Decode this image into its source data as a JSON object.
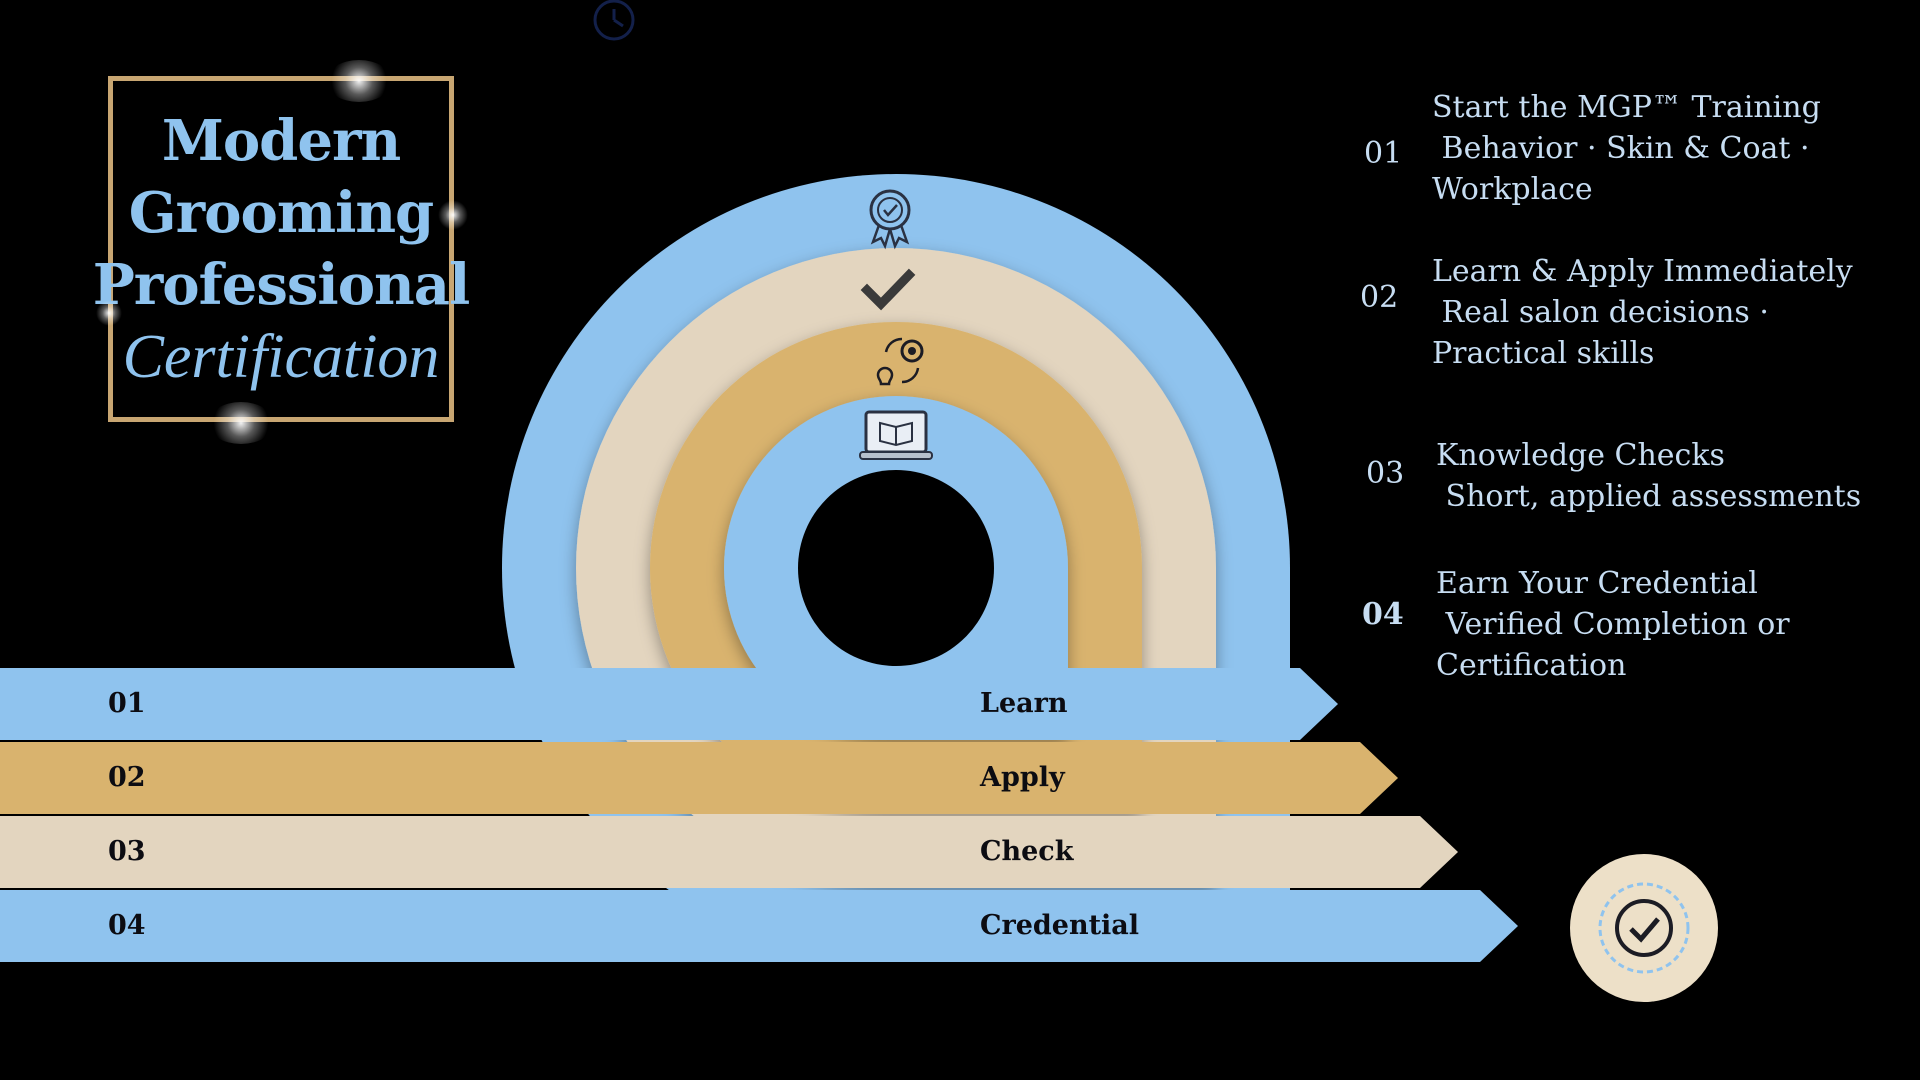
{
  "title": {
    "line1": "Modern",
    "line2": "Grooming",
    "line3": "Professional",
    "line4": "Certification"
  },
  "colors": {
    "background": "#000000",
    "light_blue": "#8fc3ee",
    "beige": "#e3d5bf",
    "gold": "#d9b36e",
    "frame_gold": "#c8a672",
    "text_light": "#c7ddf2"
  },
  "steps": [
    {
      "number": "01",
      "title": "Start the MGP™ Training",
      "detail_1": " Behavior · Skin & Coat ·",
      "detail_2": "Workplace"
    },
    {
      "number": "02",
      "title": "Learn & Apply Immediately",
      "detail_1": " Real salon decisions ·",
      "detail_2": "Practical skills"
    },
    {
      "number": "03",
      "title": "Knowledge Checks",
      "detail_1": " Short, applied assessments",
      "detail_2": ""
    },
    {
      "number": "04",
      "title": "Earn Your Credential",
      "detail_1": " Verified Completion or",
      "detail_2": "Certification"
    }
  ],
  "bands": [
    {
      "number": "01",
      "label": "Learn",
      "color": "light_blue"
    },
    {
      "number": "02",
      "label": "Apply",
      "color": "gold"
    },
    {
      "number": "03",
      "label": "Check",
      "color": "beige"
    },
    {
      "number": "04",
      "label": "Credential",
      "color": "light_blue"
    }
  ],
  "icons": {
    "ring_1": "award-ribbon-icon",
    "ring_2": "checkmark-icon",
    "ring_3": "idea-gear-cycle-icon",
    "ring_4": "laptop-book-icon",
    "badge": "verified-badge-icon",
    "top": "clock-icon"
  }
}
